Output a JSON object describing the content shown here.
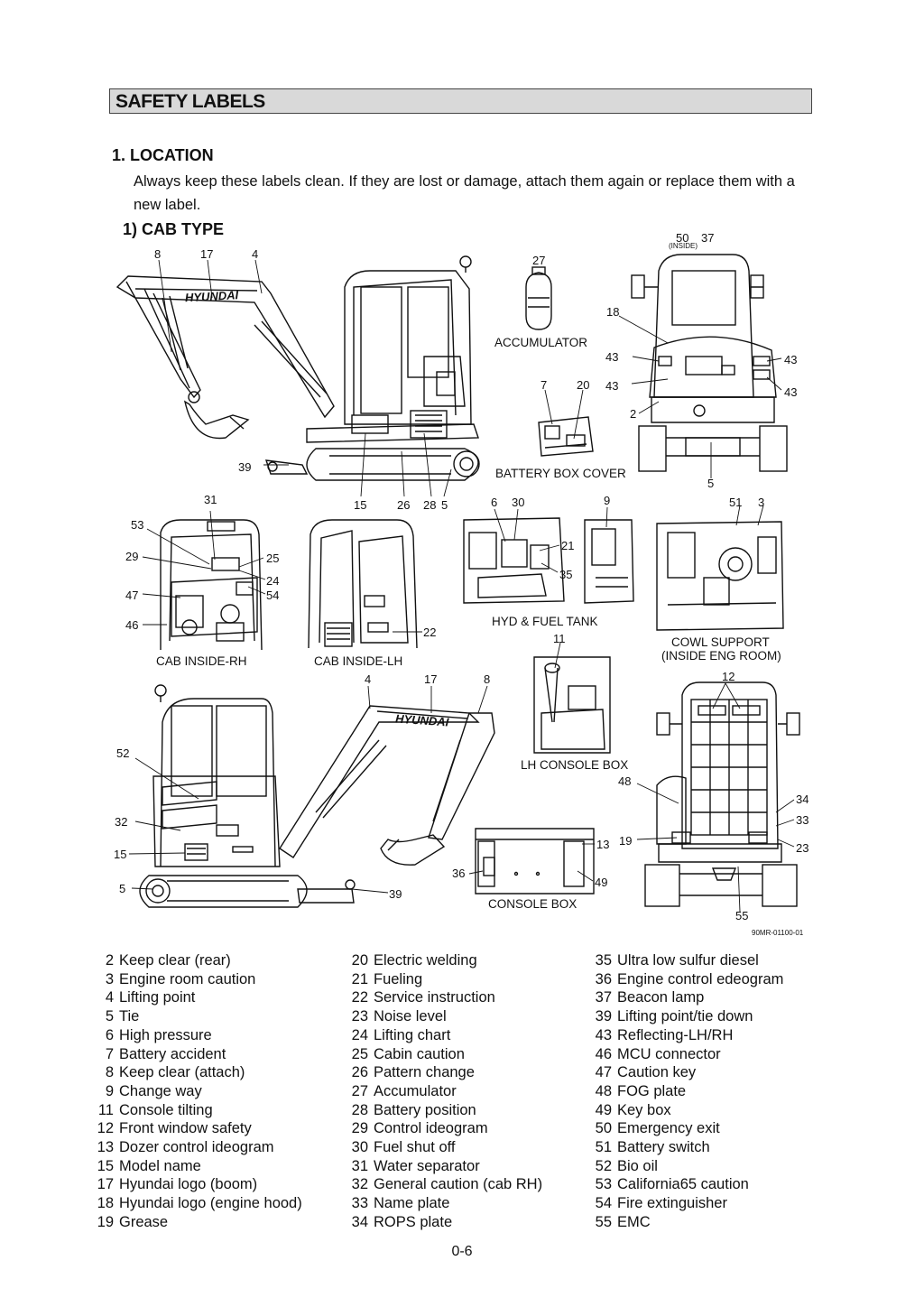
{
  "header": {
    "section_title": "SAFETY LABELS"
  },
  "location": {
    "heading": "1.  LOCATION",
    "text": "Always keep these labels clean.  If they are lost or damage, attach them again or replace them with a new label."
  },
  "subsection": {
    "heading": "1)  CAB TYPE"
  },
  "figure": {
    "captions": {
      "accumulator": "ACCUMULATOR",
      "battery_box_cover": "BATTERY BOX COVER",
      "cab_inside_rh": "CAB INSIDE-RH",
      "cab_inside_lh": "CAB INSIDE-LH",
      "hyd_fuel_tank": "HYD & FUEL TANK",
      "cowl_support_1": "COWL SUPPORT",
      "cowl_support_2": "(INSIDE ENG ROOM)",
      "lh_console_box": "LH CONSOLE BOX",
      "console_box": "CONSOLE BOX",
      "inside": "(INSIDE)",
      "boom_brand": "HYUNDAI",
      "figure_code": "90MR-01100-01"
    },
    "callouts": {
      "c8a": "8",
      "c17a": "17",
      "c4a": "4",
      "c27": "27",
      "c50": "50",
      "c37": "37",
      "c18": "18",
      "c43a": "43",
      "c43b": "43",
      "c43c": "43",
      "c43d": "43",
      "c7": "7",
      "c20": "20",
      "c2": "2",
      "c5a": "5",
      "c39a": "39",
      "c15a": "15",
      "c26": "26",
      "c28": "28",
      "c5b": "5",
      "c31": "31",
      "c53": "53",
      "c29": "29",
      "c25": "25",
      "c24": "24",
      "c54": "54",
      "c47": "47",
      "c46": "46",
      "c22": "22",
      "c6": "6",
      "c30": "30",
      "c9": "9",
      "c21": "21",
      "c35": "35",
      "c51": "51",
      "c3": "3",
      "c11": "11",
      "c4b": "4",
      "c17b": "17",
      "c8b": "8",
      "c12": "12",
      "c52": "52",
      "c32": "32",
      "c15b": "15",
      "c5c": "5",
      "c39b": "39",
      "c13": "13",
      "c36": "36",
      "c49": "49",
      "c48": "48",
      "c34": "34",
      "c33": "33",
      "c19": "19",
      "c23": "23",
      "c55": "55"
    }
  },
  "legend": {
    "col1": [
      {
        "n": "2",
        "t": "Keep clear (rear)"
      },
      {
        "n": "3",
        "t": "Engine room caution"
      },
      {
        "n": "4",
        "t": "Lifting point"
      },
      {
        "n": "5",
        "t": "Tie"
      },
      {
        "n": "6",
        "t": "High pressure"
      },
      {
        "n": "7",
        "t": "Battery accident"
      },
      {
        "n": "8",
        "t": "Keep clear (attach)"
      },
      {
        "n": "9",
        "t": "Change way"
      },
      {
        "n": "11",
        "t": "Console tilting"
      },
      {
        "n": "12",
        "t": "Front window safety"
      },
      {
        "n": "13",
        "t": "Dozer control ideogram"
      },
      {
        "n": "15",
        "t": "Model name"
      },
      {
        "n": "17",
        "t": "Hyundai logo (boom)"
      },
      {
        "n": "18",
        "t": "Hyundai logo (engine hood)"
      },
      {
        "n": "19",
        "t": "Grease"
      }
    ],
    "col2": [
      {
        "n": "20",
        "t": "Electric welding"
      },
      {
        "n": "21",
        "t": "Fueling"
      },
      {
        "n": "22",
        "t": "Service instruction"
      },
      {
        "n": "23",
        "t": "Noise level"
      },
      {
        "n": "24",
        "t": "Lifting chart"
      },
      {
        "n": "25",
        "t": "Cabin caution"
      },
      {
        "n": "26",
        "t": "Pattern change"
      },
      {
        "n": "27",
        "t": "Accumulator"
      },
      {
        "n": "28",
        "t": "Battery position"
      },
      {
        "n": "29",
        "t": "Control ideogram"
      },
      {
        "n": "30",
        "t": "Fuel shut off"
      },
      {
        "n": "31",
        "t": "Water separator"
      },
      {
        "n": "32",
        "t": "General caution (cab RH)"
      },
      {
        "n": "33",
        "t": "Name plate"
      },
      {
        "n": "34",
        "t": "ROPS plate"
      }
    ],
    "col3": [
      {
        "n": "35",
        "t": "Ultra low sulfur diesel"
      },
      {
        "n": "36",
        "t": "Engine control edeogram"
      },
      {
        "n": "37",
        "t": "Beacon lamp"
      },
      {
        "n": "39",
        "t": "Lifting point/tie down"
      },
      {
        "n": "43",
        "t": "Reflecting-LH/RH"
      },
      {
        "n": "46",
        "t": "MCU connector"
      },
      {
        "n": "47",
        "t": "Caution key"
      },
      {
        "n": "48",
        "t": "FOG plate"
      },
      {
        "n": "49",
        "t": "Key box"
      },
      {
        "n": "50",
        "t": "Emergency exit"
      },
      {
        "n": "51",
        "t": "Battery switch"
      },
      {
        "n": "52",
        "t": "Bio oil"
      },
      {
        "n": "53",
        "t": "California65 caution"
      },
      {
        "n": "54",
        "t": "Fire extinguisher"
      },
      {
        "n": "55",
        "t": "EMC"
      }
    ]
  },
  "footer": {
    "page_number": "0-6"
  }
}
